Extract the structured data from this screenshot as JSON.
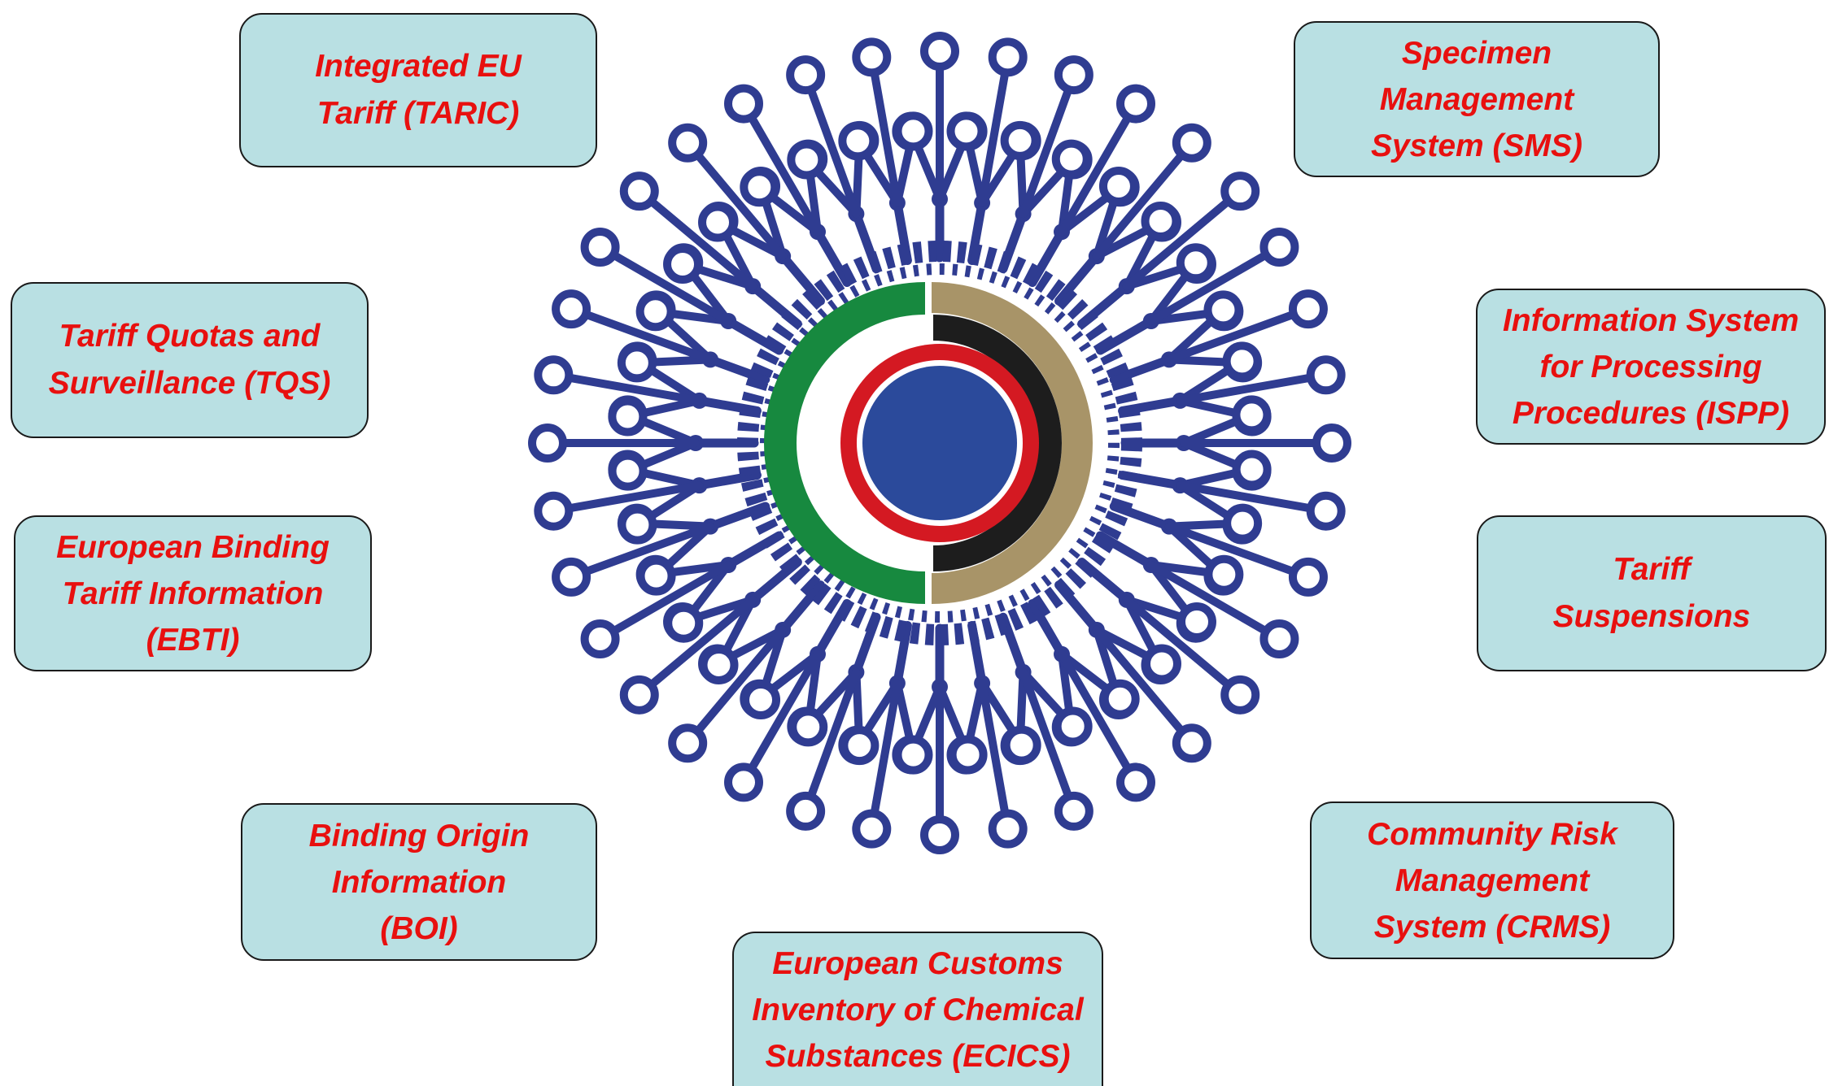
{
  "colors": {
    "box_fill": "#b9e0e3",
    "box_border": "#1a1a1a",
    "label_text": "#e8100f",
    "emblem_blue": "#2f3c91",
    "emblem_green": "#17893f",
    "emblem_gold": "#a89468",
    "emblem_black": "#1d1d1d",
    "emblem_red": "#d41922",
    "emblem_core_blue": "#2b4a9b"
  },
  "emblem": {
    "icon": "eu-customs-network-emblem-icon"
  },
  "boxes": [
    {
      "id": "taric",
      "lines": [
        "Integrated EU",
        "Tariff (TARIC)"
      ]
    },
    {
      "id": "sms",
      "lines": [
        "Specimen",
        "Management",
        "System (SMS)"
      ]
    },
    {
      "id": "tqs",
      "lines": [
        "Tariff Quotas and",
        "Surveillance (TQS)"
      ]
    },
    {
      "id": "ispp",
      "lines": [
        "Information System",
        "for Processing",
        "Procedures (ISPP)"
      ]
    },
    {
      "id": "ebti",
      "lines": [
        "European Binding",
        "Tariff Information",
        "(EBTI)"
      ]
    },
    {
      "id": "suspensions",
      "lines": [
        "Tariff",
        "Suspensions"
      ]
    },
    {
      "id": "boi",
      "lines": [
        "Binding Origin",
        "Information",
        "(BOI)"
      ]
    },
    {
      "id": "crms",
      "lines": [
        "Community Risk",
        "Management",
        "System (CRMS)"
      ]
    },
    {
      "id": "ecics",
      "lines": [
        "European Customs",
        "Inventory of Chemical",
        "Substances (ECICS)"
      ]
    }
  ]
}
